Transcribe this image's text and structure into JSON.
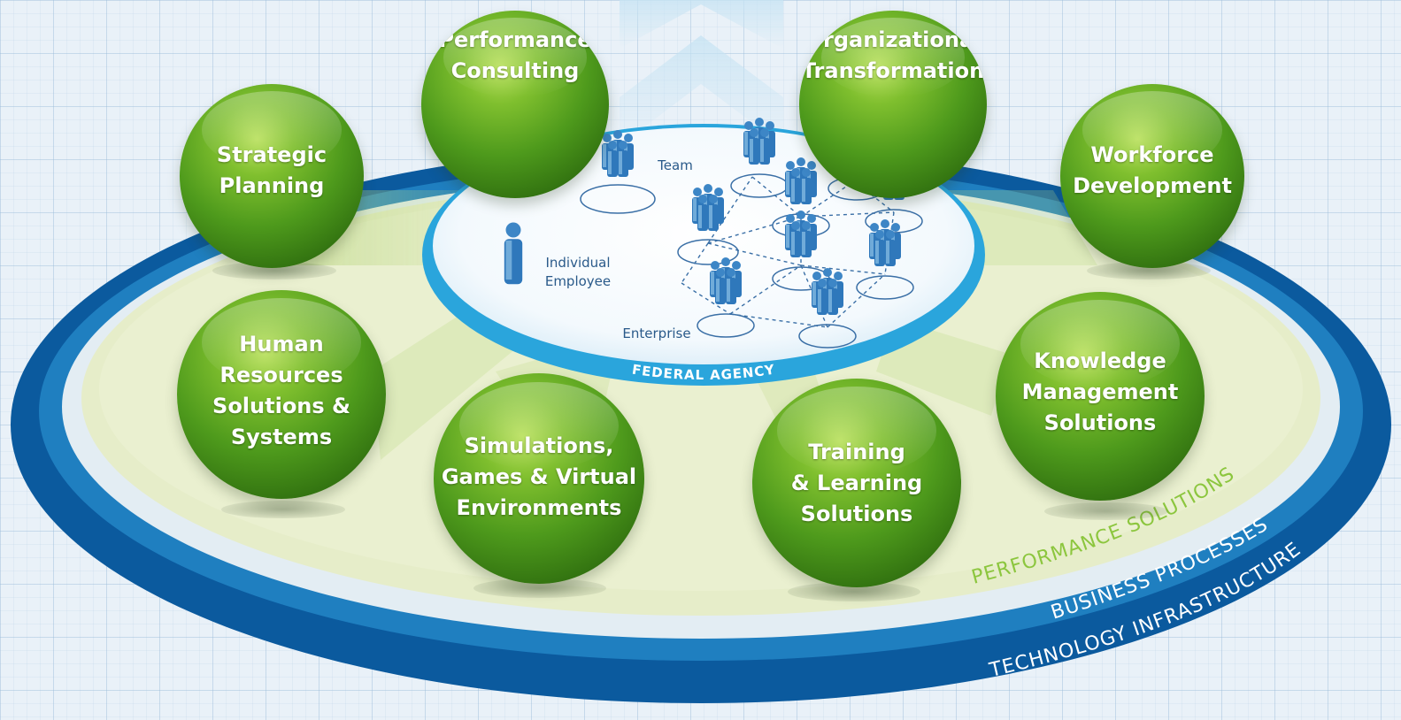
{
  "spheres": [
    {
      "id": "strategic-planning",
      "label": "Strategic\nPlanning"
    },
    {
      "id": "performance-consulting",
      "label": "Performance\nConsulting"
    },
    {
      "id": "organizational-transformation",
      "label": "Organizational\nTransformation"
    },
    {
      "id": "workforce-development",
      "label": "Workforce\nDevelopment"
    },
    {
      "id": "human-resources",
      "label": "Human\nResources\nSolutions &\nSystems"
    },
    {
      "id": "simulations",
      "label": "Simulations,\nGames & Virtual\nEnvironments"
    },
    {
      "id": "training",
      "label": "Training\n& Learning\nSolutions"
    },
    {
      "id": "knowledge-management",
      "label": "Knowledge\nManagement\nSolutions"
    }
  ],
  "center": {
    "agency_label": "FEDERAL AGENCY",
    "team_label": "Team",
    "individual_label": "Individual\nEmployee",
    "enterprise_label": "Enterprise"
  },
  "rings": {
    "performance": "PERFORMANCE SOLUTIONS",
    "business": "BUSINESS PROCESSES",
    "technology": "TECHNOLOGY INFRASTRUCTURE"
  },
  "colors": {
    "tech_ring": "#0b5a9e",
    "business_ring": "#1f7fc0",
    "performance_fill": "#e6edc9",
    "performance_text": "#8cc63e",
    "sphere_green": "#4e9a1c",
    "agency_blue": "#2aa5dc"
  }
}
